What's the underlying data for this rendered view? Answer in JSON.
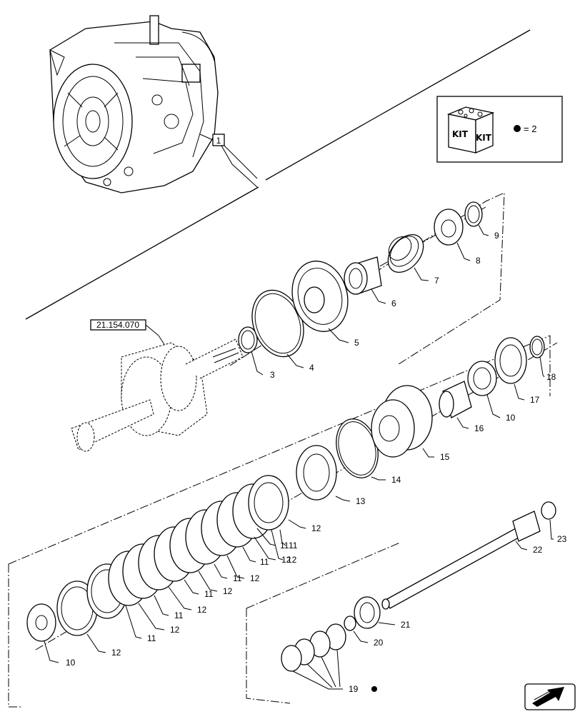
{
  "reference_label": "21.154.070",
  "assembly_callout": "1",
  "legend": {
    "kit_word_left": "KIT",
    "kit_word_right": "KIT",
    "equation": "= 2"
  },
  "callouts": [
    "3",
    "4",
    "5",
    "6",
    "7",
    "8",
    "9",
    "10",
    "11",
    "12",
    "13",
    "14",
    "15",
    "16",
    "17",
    "18",
    "19",
    "20",
    "21",
    "22",
    "23"
  ],
  "callout_10_second": "10",
  "callout_11_list": [
    "11",
    "11",
    "11",
    "11",
    "11",
    "11",
    "11"
  ],
  "callout_12_list": [
    "12",
    "12",
    "12",
    "12",
    "12",
    "12",
    "12",
    "12"
  ]
}
